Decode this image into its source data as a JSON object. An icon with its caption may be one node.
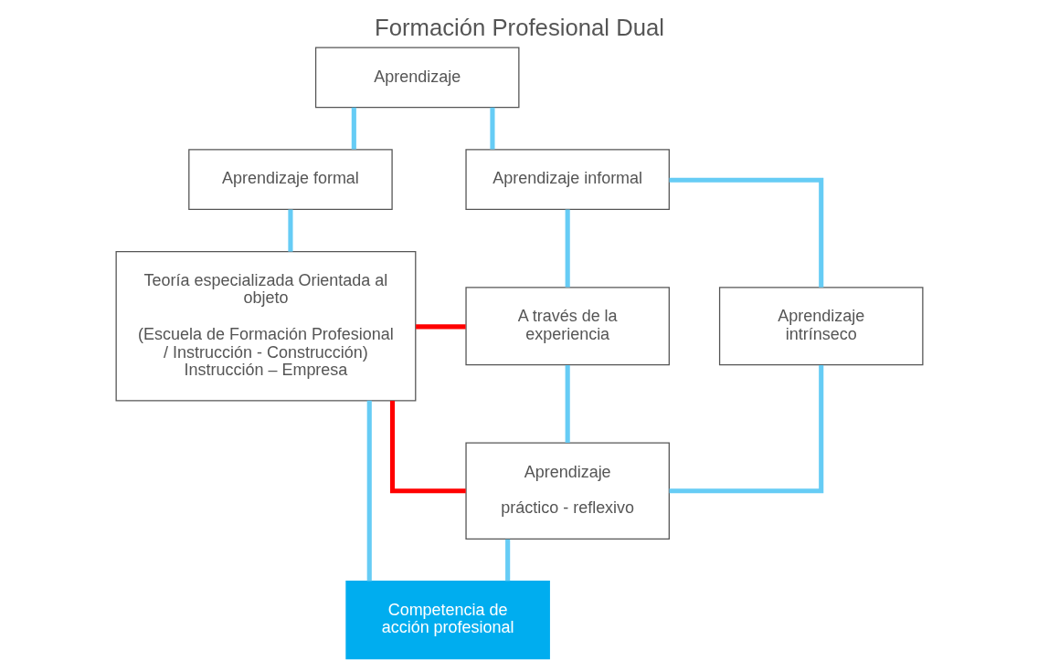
{
  "diagram": {
    "title": "Formación Profesional Dual",
    "nodes": [
      {
        "text": [
          "Aprendizaje"
        ]
      },
      {
        "text": [
          "Aprendizaje formal"
        ]
      },
      {
        "text": [
          "Aprendizaje informal"
        ]
      },
      {
        "text": [
          "Teoría especializada Orientada al objeto",
          "(Escuela de Formación Profesional / Instrucción - Construcción) Instrucción – Empresa"
        ]
      },
      {
        "text": [
          "A través de la experiencia"
        ]
      },
      {
        "text": [
          "Aprendizaje intrínseco"
        ]
      },
      {
        "text": [
          "Aprendizaje",
          "práctico - reflexivo"
        ]
      },
      {
        "text": [
          "Competencia de acción profesional"
        ]
      }
    ],
    "edges": [
      {
        "from": 0,
        "to": 1,
        "arrow": "none"
      },
      {
        "from": 0,
        "to": 2,
        "arrow": "none"
      },
      {
        "from": 1,
        "to": 3,
        "arrow": "none"
      },
      {
        "from": 2,
        "to": 4,
        "arrow": "none"
      },
      {
        "from": 2,
        "to": 5,
        "arrow": "none"
      },
      {
        "from": 4,
        "to": 6,
        "arrow": "none"
      },
      {
        "from": 5,
        "to": 6,
        "arrow": "none"
      },
      {
        "from": 3,
        "to": 4,
        "arrow": "none",
        "color": "#ff0000"
      },
      {
        "from": 3,
        "to": 6,
        "arrow": "none",
        "color": "#ff0000"
      },
      {
        "from": 3,
        "to": 7,
        "arrow": "none"
      },
      {
        "from": 6,
        "to": 7,
        "arrow": "none"
      }
    ]
  }
}
